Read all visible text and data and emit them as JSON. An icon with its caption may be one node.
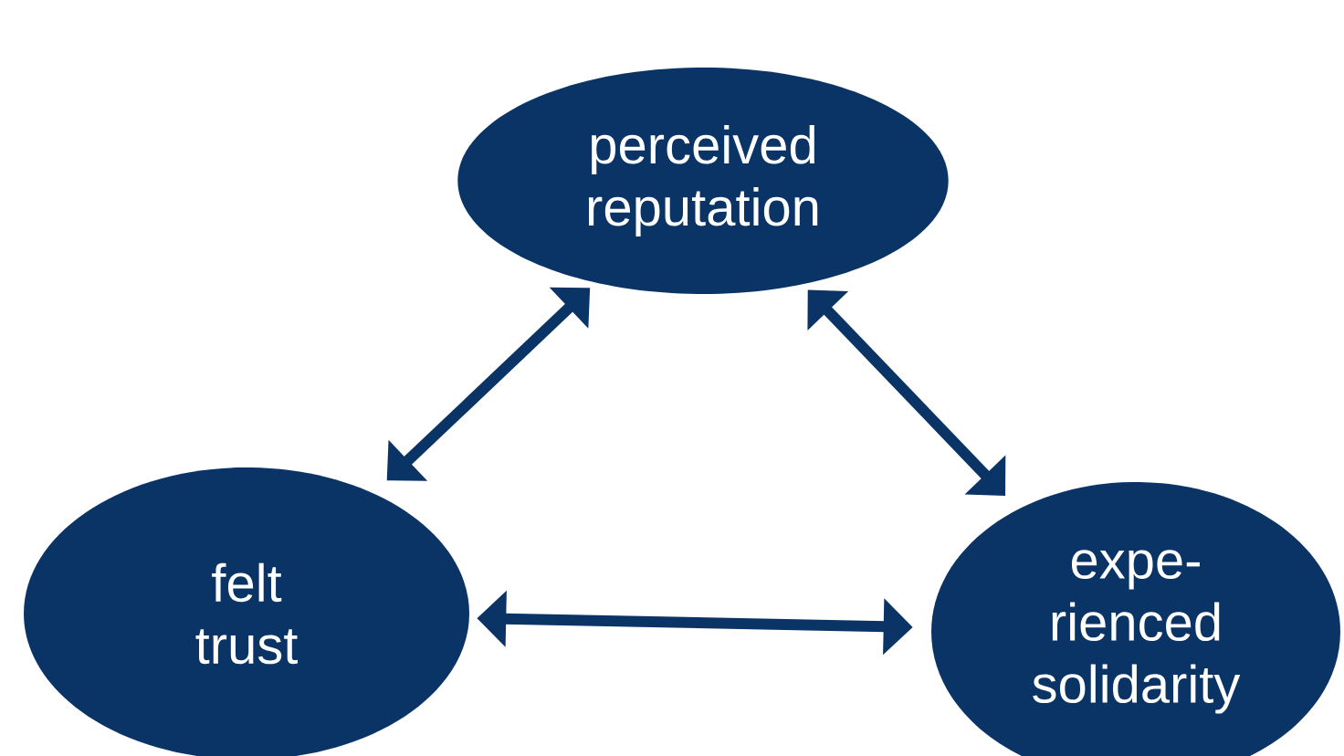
{
  "diagram": {
    "nodes": [
      {
        "text": [
          "perceived reputation"
        ]
      },
      {
        "text": [
          "felt trust"
        ]
      },
      {
        "text": [
          "expe- rienced solidarity"
        ]
      }
    ],
    "edges": [
      {
        "from": 0,
        "to": 1,
        "arrow": "both"
      },
      {
        "from": 0,
        "to": 2,
        "arrow": "both"
      },
      {
        "from": 1,
        "to": 2,
        "arrow": "both"
      }
    ]
  }
}
